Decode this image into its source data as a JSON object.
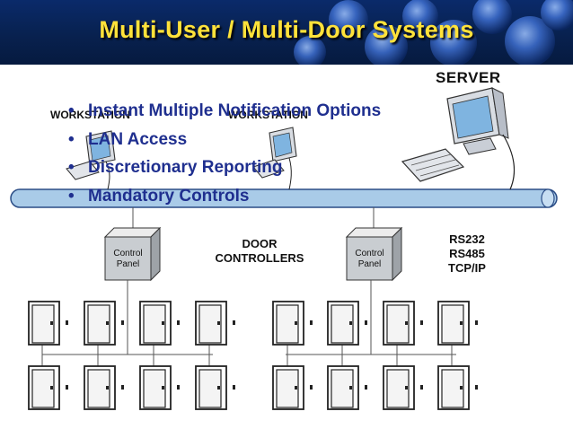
{
  "title": "Multi-User / Multi-Door Systems",
  "bullets": [
    "Instant Multiple Notification Options",
    "LAN Access",
    "Discretionary Reporting",
    "Mandatory Controls"
  ],
  "labels": {
    "server": "SERVER",
    "workstation_left": "WORKSTATION",
    "workstation_center": "WORKSTATION",
    "door_controllers_line1": "DOOR",
    "door_controllers_line2": "CONTROLLERS",
    "protocol_1": "RS232",
    "protocol_2": "RS485",
    "protocol_3": "TCP/IP",
    "control_panel_left_line1": "Control",
    "control_panel_left_line2": "Panel",
    "control_panel_right_line1": "Control",
    "control_panel_right_line2": "Panel"
  },
  "colors": {
    "title": "#ffe23a",
    "header_bg": "#0a2a6a",
    "bullet_text": "#1f2f8f",
    "network_bus": "#a9cbe8"
  },
  "icons": {
    "server": "server-monitor-icon",
    "workstation": "desktop-computer-icon",
    "panel": "control-panel-box-icon",
    "door": "door-icon"
  }
}
